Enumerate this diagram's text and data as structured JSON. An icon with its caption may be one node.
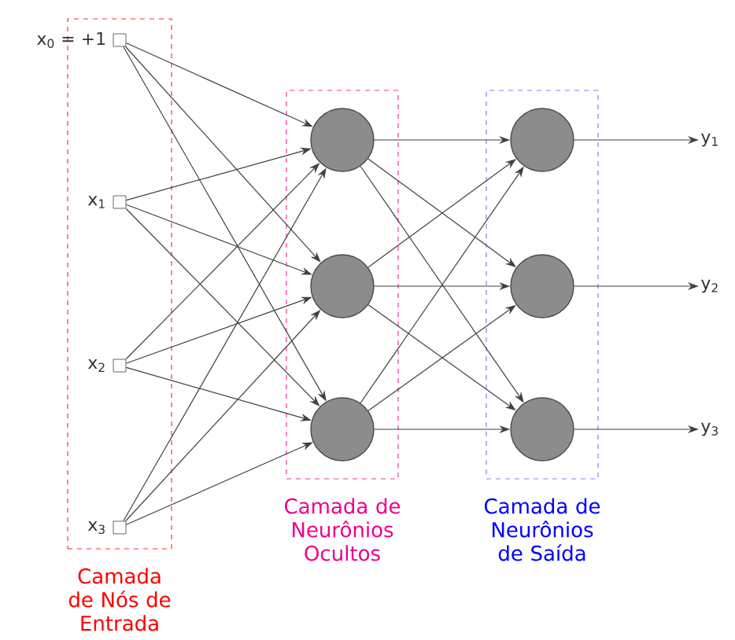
{
  "diagram": {
    "nodes": [
      {
        "text": [
          "Camada de Nós de Entrada"
        ]
      },
      {
        "text": [],
        "shape": "box",
        "in": 0,
        "beside": [
          "x$_{0}$ = +1"
        ]
      },
      {
        "text": [],
        "shape": "box",
        "in": 0,
        "beside": [
          "x$_{1}$"
        ]
      },
      {
        "text": [],
        "shape": "box",
        "in": 0,
        "beside": [
          "x$_{2}$"
        ]
      },
      {
        "text": [],
        "shape": "box",
        "in": 0,
        "beside": [
          "x$_{3}$"
        ]
      },
      {
        "text": [
          "Camada de Neurônios Ocultos"
        ]
      },
      {
        "text": [],
        "shape": "circle",
        "in": 5
      },
      {
        "text": [],
        "shape": "circle",
        "in": 5
      },
      {
        "text": [],
        "shape": "circle",
        "in": 5
      },
      {
        "text": [
          "Camada de Neurônios de Saída"
        ]
      },
      {
        "text": [],
        "shape": "circle",
        "in": 9
      },
      {
        "text": [],
        "shape": "circle",
        "in": 9
      },
      {
        "text": [],
        "shape": "circle",
        "in": 9
      },
      {
        "text": [
          "y$_{1}$"
        ]
      },
      {
        "text": [
          "y$_{2}$"
        ]
      },
      {
        "text": [
          "y$_{3}$"
        ]
      }
    ],
    "edges": [
      {
        "from": 1,
        "to": 6,
        "arrow": "to"
      },
      {
        "from": 1,
        "to": 7,
        "arrow": "to"
      },
      {
        "from": 1,
        "to": 8,
        "arrow": "to"
      },
      {
        "from": 2,
        "to": 6,
        "arrow": "to"
      },
      {
        "from": 2,
        "to": 7,
        "arrow": "to"
      },
      {
        "from": 2,
        "to": 8,
        "arrow": "to"
      },
      {
        "from": 3,
        "to": 6,
        "arrow": "to"
      },
      {
        "from": 3,
        "to": 7,
        "arrow": "to"
      },
      {
        "from": 3,
        "to": 8,
        "arrow": "to"
      },
      {
        "from": 4,
        "to": 6,
        "arrow": "to"
      },
      {
        "from": 4,
        "to": 7,
        "arrow": "to"
      },
      {
        "from": 4,
        "to": 8,
        "arrow": "to"
      },
      {
        "from": 6,
        "to": 10,
        "arrow": "to"
      },
      {
        "from": 6,
        "to": 11,
        "arrow": "to"
      },
      {
        "from": 6,
        "to": 12,
        "arrow": "to"
      },
      {
        "from": 7,
        "to": 10,
        "arrow": "to"
      },
      {
        "from": 7,
        "to": 11,
        "arrow": "to"
      },
      {
        "from": 7,
        "to": 12,
        "arrow": "to"
      },
      {
        "from": 8,
        "to": 10,
        "arrow": "to"
      },
      {
        "from": 8,
        "to": 11,
        "arrow": "to"
      },
      {
        "from": 8,
        "to": 12,
        "arrow": "to"
      },
      {
        "from": 10,
        "to": 13,
        "arrow": "to"
      },
      {
        "from": 11,
        "to": 14,
        "arrow": "to"
      },
      {
        "from": 12,
        "to": 15,
        "arrow": "to"
      }
    ]
  }
}
